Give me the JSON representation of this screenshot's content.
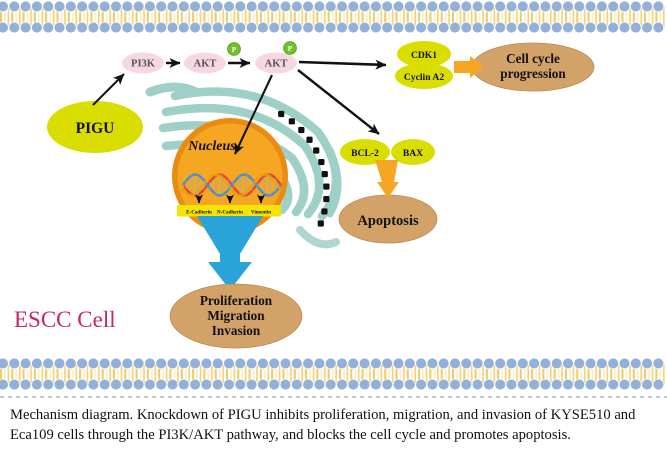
{
  "figure": {
    "cell_label": "ESCC Cell",
    "nucleus_label": "Nucleus",
    "source_node": "PIGU",
    "pathway": [
      {
        "id": "pi3k",
        "label": "PI3K",
        "phosphorylated": false
      },
      {
        "id": "akt1",
        "label": "AKT",
        "phosphorylated": true
      },
      {
        "id": "akt2",
        "label": "AKT",
        "phosphorylated": true
      }
    ],
    "phospho_marker": "P",
    "cell_cycle": {
      "genes": [
        "CDK1",
        "Cyclin A2"
      ],
      "outcome": "Cell cycle progression"
    },
    "apoptosis": {
      "genes": [
        "BCL-2",
        "BAX"
      ],
      "outcome": "Apoptosis"
    },
    "emt_markers": [
      "E-Cadherin",
      "N-Cadherin",
      "Vimentin"
    ],
    "phenotype_outcome": [
      "Proliferation",
      "Migration",
      "Invasion"
    ],
    "colors": {
      "pigu_fill": "#dade00",
      "gene_fill": "#dade00",
      "receptor_fill": "#f7d7e0",
      "outcome_fill": "#d3a268",
      "nucleus_fill": "#f5a623",
      "nucleus_ring": "#eb8c12",
      "er_teal": "#9fd0c8",
      "membrane_head": "#93b0d8",
      "membrane_tail": "#f0c75e",
      "funnel_blue": "#2aa3d8",
      "orange_arrow": "#f5a623",
      "escc_text": "#c9265c",
      "dna_strand_a": "#e8452c",
      "dna_strand_b": "#4a90c8",
      "ribosome": "#111111"
    }
  },
  "caption": {
    "text": "Mechanism diagram. Knockdown of PIGU inhibits proliferation, migration, and invasion of KYSE510 and Eca109 cells through the PI3K/AKT pathway, and blocks the cell cycle and promotes apoptosis."
  }
}
